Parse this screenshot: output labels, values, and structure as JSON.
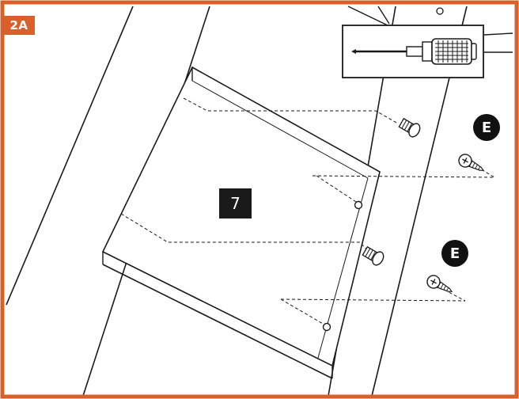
{
  "step": {
    "label": "2A"
  },
  "part": {
    "label": "7"
  },
  "hardware": [
    {
      "label": "E"
    },
    {
      "label": "E"
    }
  ],
  "tool": {
    "icon": "screwdriver-icon"
  },
  "colors": {
    "frame_accent": "#d9602b",
    "ink": "#1a1a1a",
    "background": "#ffffff"
  }
}
